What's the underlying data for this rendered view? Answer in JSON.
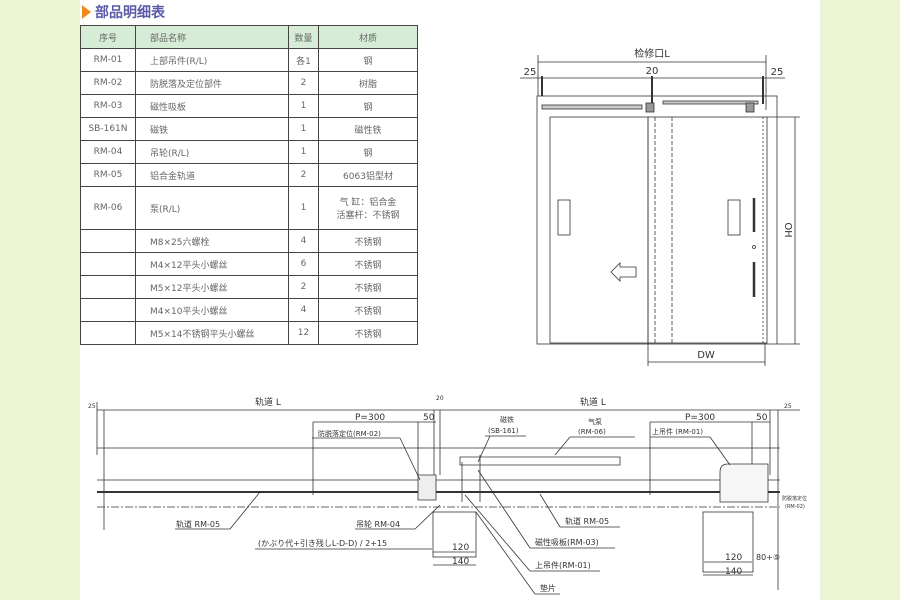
{
  "title": "部品明细表",
  "table": {
    "headers": [
      "序号",
      "部品名称",
      "数量",
      "材质"
    ],
    "rows": [
      {
        "no": "RM-01",
        "name": "上部吊件(R/L)",
        "qty": "各1",
        "material": "钢"
      },
      {
        "no": "RM-02",
        "name": "防脱落及定位部件",
        "qty": "2",
        "material": "树脂"
      },
      {
        "no": "RM-03",
        "name": "磁性吸板",
        "qty": "1",
        "material": "钢"
      },
      {
        "no": "SB-161N",
        "name": "磁铁",
        "qty": "1",
        "material": "磁性铁"
      },
      {
        "no": "RM-04",
        "name": "吊轮(R/L)",
        "qty": "1",
        "material": "钢"
      },
      {
        "no": "RM-05",
        "name": "铝合金轨道",
        "qty": "2",
        "material": "6063铝型材"
      },
      {
        "no": "RM-06",
        "name": "泵(R/L)",
        "qty": "1",
        "material": "气  缸：铝合金",
        "material2": "活塞杆：不锈钢"
      },
      {
        "no": "",
        "name": "M8×25六螺栓",
        "qty": "4",
        "material": "不锈钢"
      },
      {
        "no": "",
        "name": "M4×12平头小螺丝",
        "qty": "6",
        "material": "不锈钢"
      },
      {
        "no": "",
        "name": "M5×12平头小螺丝",
        "qty": "2",
        "material": "不锈钢"
      },
      {
        "no": "",
        "name": "M4×10平头小螺丝",
        "qty": "4",
        "material": "不锈钢"
      },
      {
        "no": "",
        "name": "M5×14不锈钢平头小螺丝",
        "qty": "12",
        "material": "不锈钢"
      }
    ]
  },
  "elevation": {
    "opening_label": "检修口L",
    "left_margin": "25",
    "center_gap": "20",
    "right_margin": "25",
    "height_label": "OH",
    "width_label": "DW"
  },
  "section": {
    "rail_left": "轨道 L",
    "rail_right": "轨道 L",
    "top_left_25": "25",
    "p300_left": "P=300",
    "dim50_left": "50",
    "dim20": "20",
    "p300_right": "P=300",
    "dim50_right": "50",
    "top_right_25": "25",
    "rm02": "防脱落定位(RM-02)",
    "magnet": "磁铁",
    "magnet_code": "(SB-161)",
    "pump": "气泵",
    "pump_code": "(RM-06)",
    "rm01_top": "上吊件 (RM-01)",
    "rail_rm05_left": "轨道 RM-05",
    "rm04": "吊轮 RM-04",
    "formula": "(かぶり代+引き残しL-D-D) / 2+15",
    "dim120_left": "120",
    "dim140_left": "140",
    "rail_rm05_right": "轨道 RM-05",
    "rm03": "磁性吸板(RM-03)",
    "rm01_bottom": "上吊件(RM-01)",
    "shim": "垫片",
    "rm02_right": "防脱落定位",
    "rm02_right_code": "(RM-02)",
    "dim120_right": "120",
    "dim80": "80+⑤",
    "dim140_right": "140"
  },
  "colors": {
    "side_bg": "#ecf5d3",
    "header_bg": "#d6ecd6",
    "title": "#5a5aa8",
    "title_marker": "#f08a1c"
  }
}
